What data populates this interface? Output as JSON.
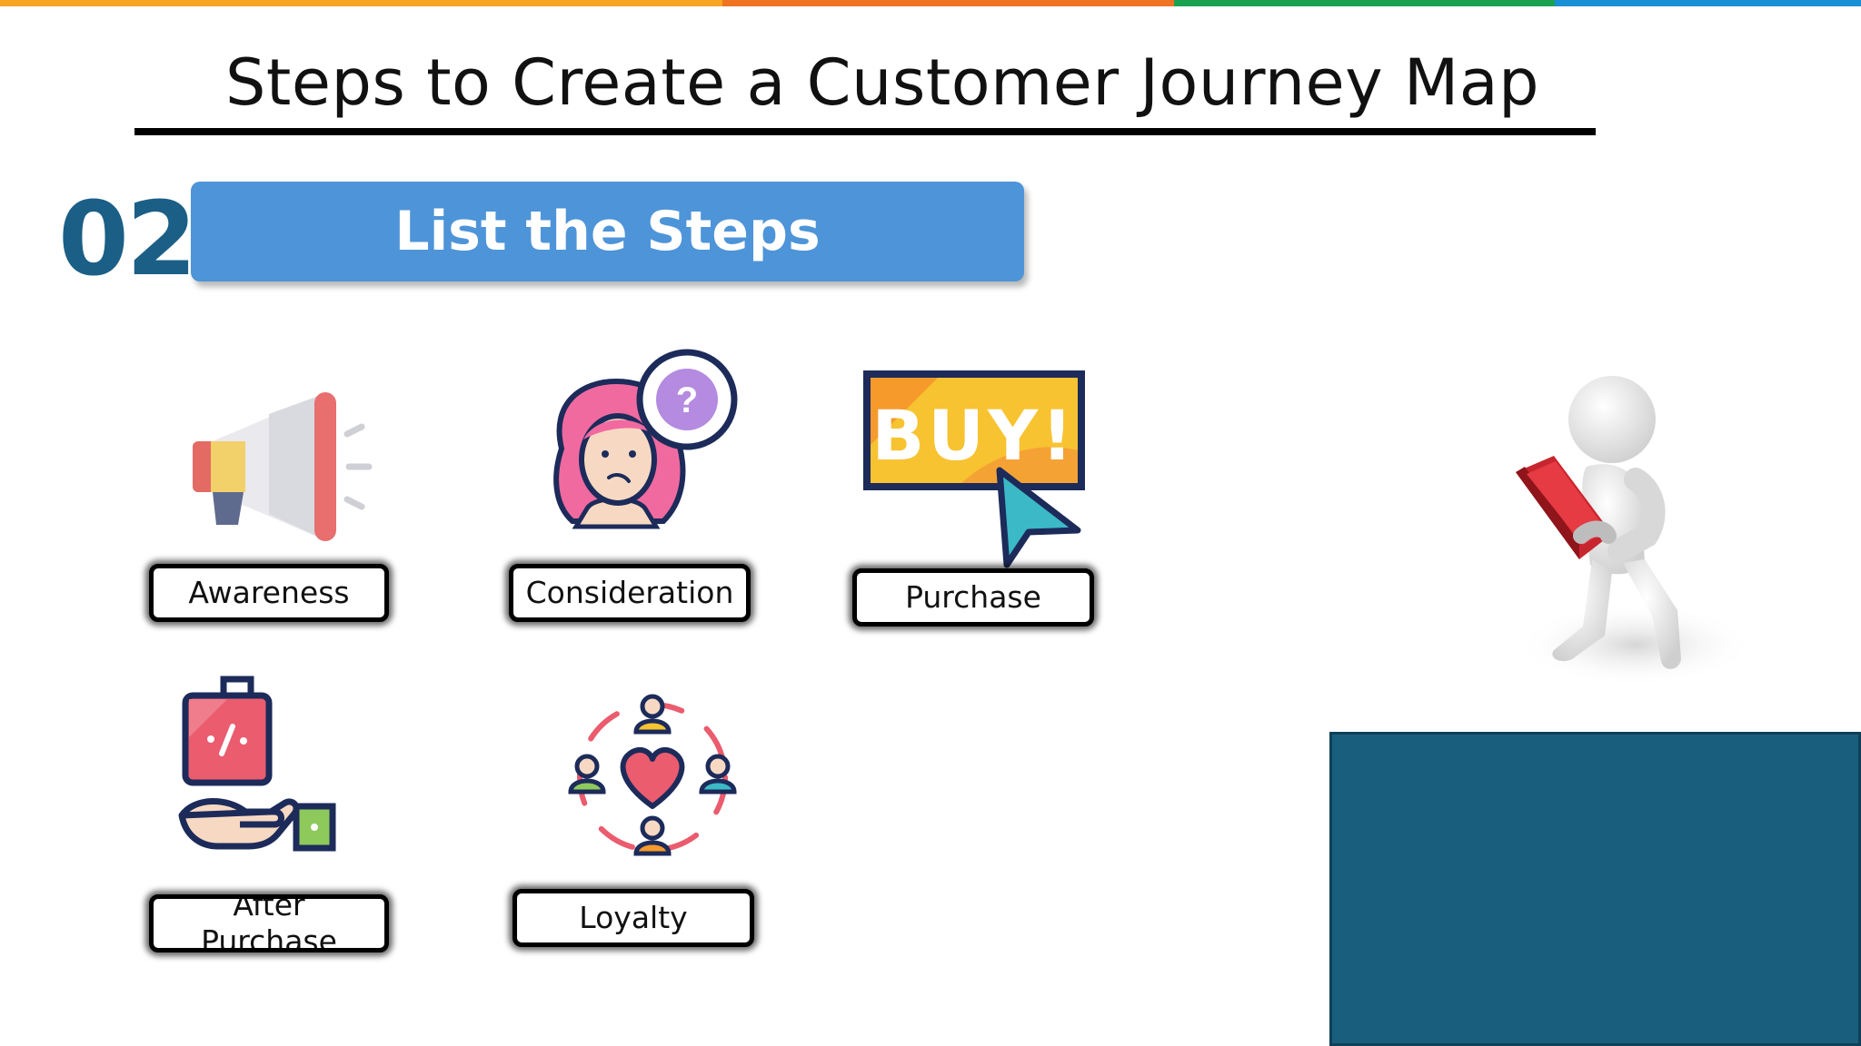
{
  "top_bar": {
    "colors": [
      "#f6a623",
      "#ee7322",
      "#1aa251",
      "#1a8fd6"
    ]
  },
  "page": {
    "title": "Steps to Create a Customer Journey Map"
  },
  "step": {
    "number": "02",
    "heading": "List the Steps"
  },
  "stages": [
    {
      "label": "Awareness",
      "icon": "megaphone-icon"
    },
    {
      "label": "Consideration",
      "icon": "thinking-woman-icon"
    },
    {
      "label": "Purchase",
      "icon": "buy-sign-icon"
    },
    {
      "label": "After Purchase",
      "icon": "hand-shopping-bag-icon"
    },
    {
      "label": "Loyalty",
      "icon": "community-heart-icon"
    }
  ],
  "colors": {
    "banner": "#4e94d8",
    "step_number": "#1b5f86",
    "panel": "#1a5e7d"
  }
}
